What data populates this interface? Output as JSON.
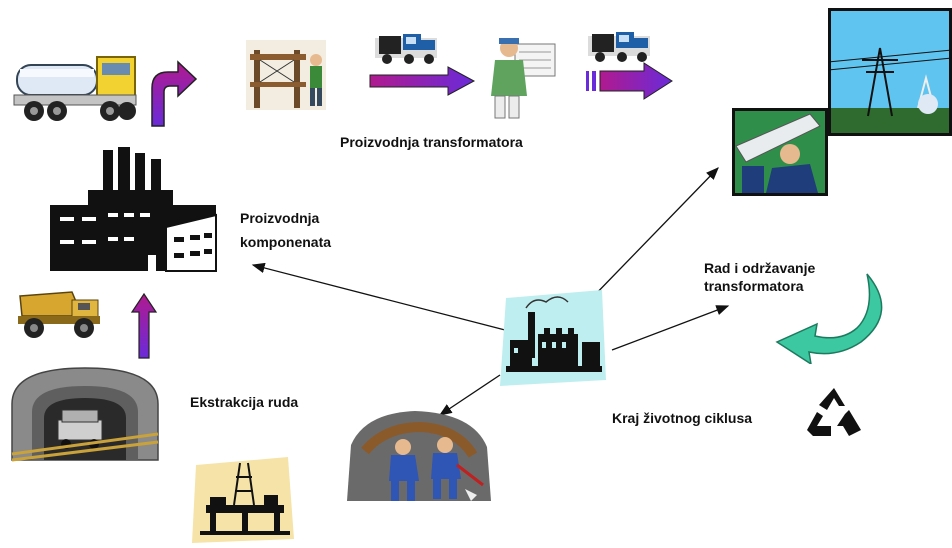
{
  "labels": {
    "transformer_production": "Proizvodnja transformatora",
    "component_production_line1": "Proizvodnja",
    "component_production_line2": "komponenata",
    "operation_line1": "Rad i održavanje",
    "operation_line2": "transformatora",
    "ore_extraction": "Ekstrakcija ruda",
    "end_of_life": "Kraj životnog ciklusa"
  },
  "colors": {
    "arrow_purple": "#6a2bd9",
    "arrow_gradient_start": "#b01a8e",
    "recycle_green": "#3cc8a0",
    "ink": "#111111"
  },
  "icons": [
    "tanker-truck-icon",
    "factory-icon",
    "mining-truck-icon",
    "mine-tunnel-icon",
    "oil-rig-icon",
    "workshop-icon",
    "delivery-truck-icon",
    "engineer-icon",
    "power-line-icon",
    "worker-pole-icon",
    "power-plant-icon",
    "miners-icon",
    "recycle-icon"
  ]
}
